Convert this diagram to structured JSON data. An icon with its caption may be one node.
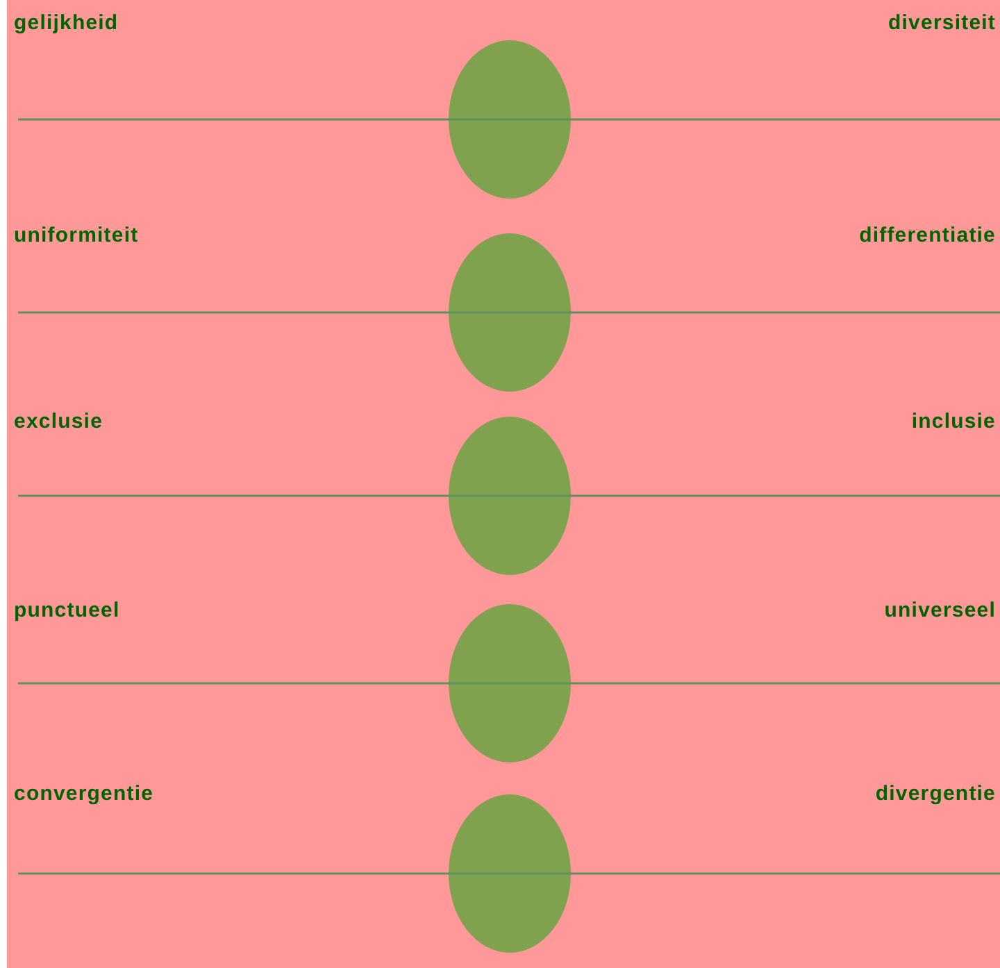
{
  "diagram": {
    "labels": [
      "gelijkheid",
      "diversiteit",
      "uniformiteit",
      "differentiatie",
      "exclusie",
      "inclusie",
      "punctueel",
      "universeel",
      "convergentie",
      "divergentie"
    ]
  }
}
